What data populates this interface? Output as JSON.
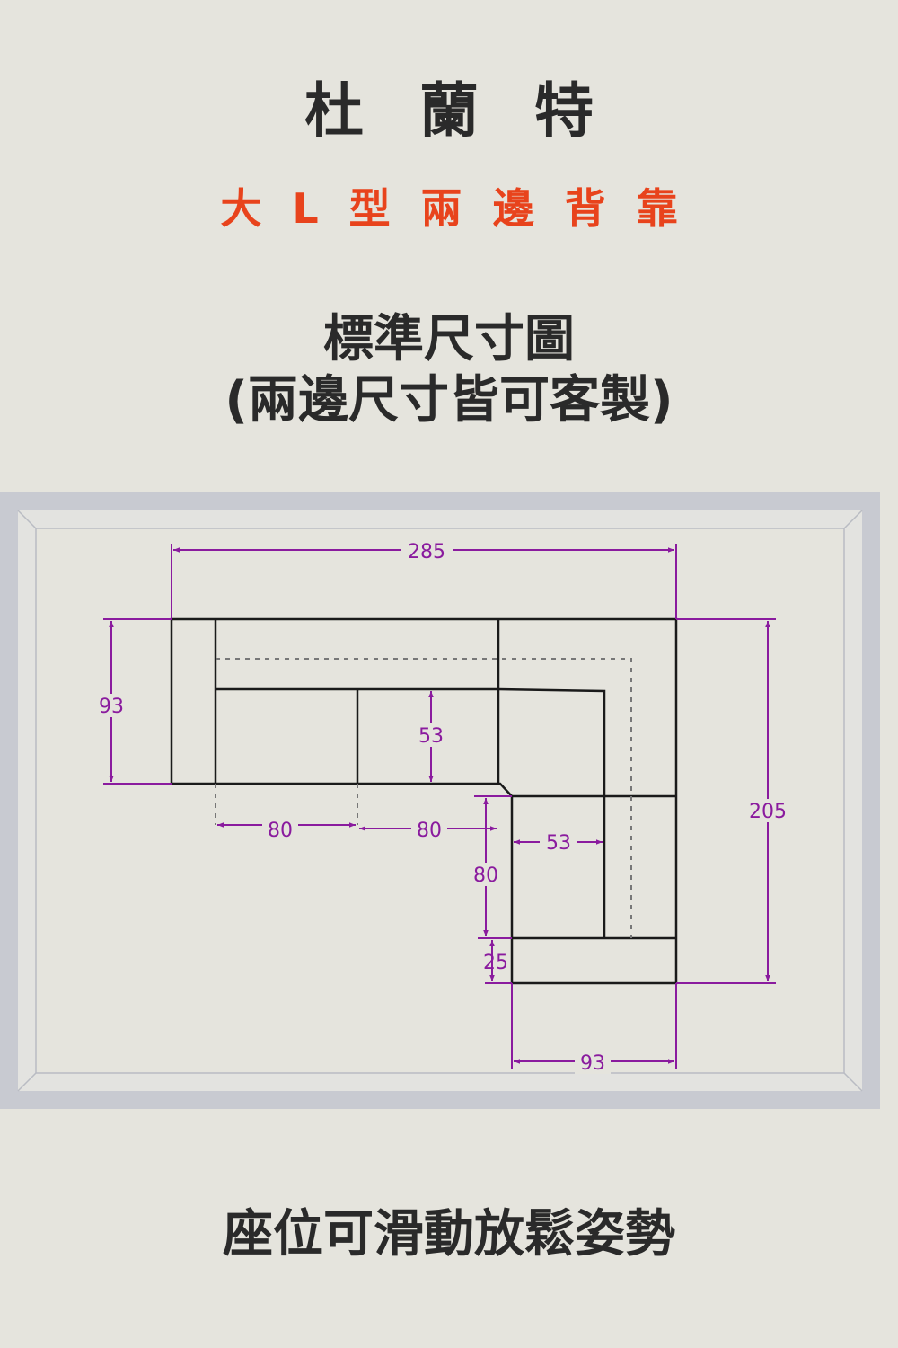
{
  "header": {
    "title": "杜蘭特",
    "subtitle": "大L型兩邊背靠",
    "heading_line1": "標準尺寸圖",
    "heading_line2": "(兩邊尺寸皆可客製)"
  },
  "footer": {
    "text": "座位可滑動放鬆姿勢"
  },
  "diagram": {
    "dimensions": {
      "total_width": "285",
      "left_depth": "93",
      "right_depth": "205",
      "seat_depth_top": "53",
      "seat_width_1": "80",
      "seat_width_2": "80",
      "seat_depth_right": "53",
      "seat_length_right": "80",
      "armrest": "25",
      "right_width": "93"
    }
  },
  "colors": {
    "background": "#e5e4dd",
    "accent": "#e8431c",
    "dimension": "#8a1b9e",
    "outline": "#1a1a1a",
    "frame": "#c8cad1"
  }
}
